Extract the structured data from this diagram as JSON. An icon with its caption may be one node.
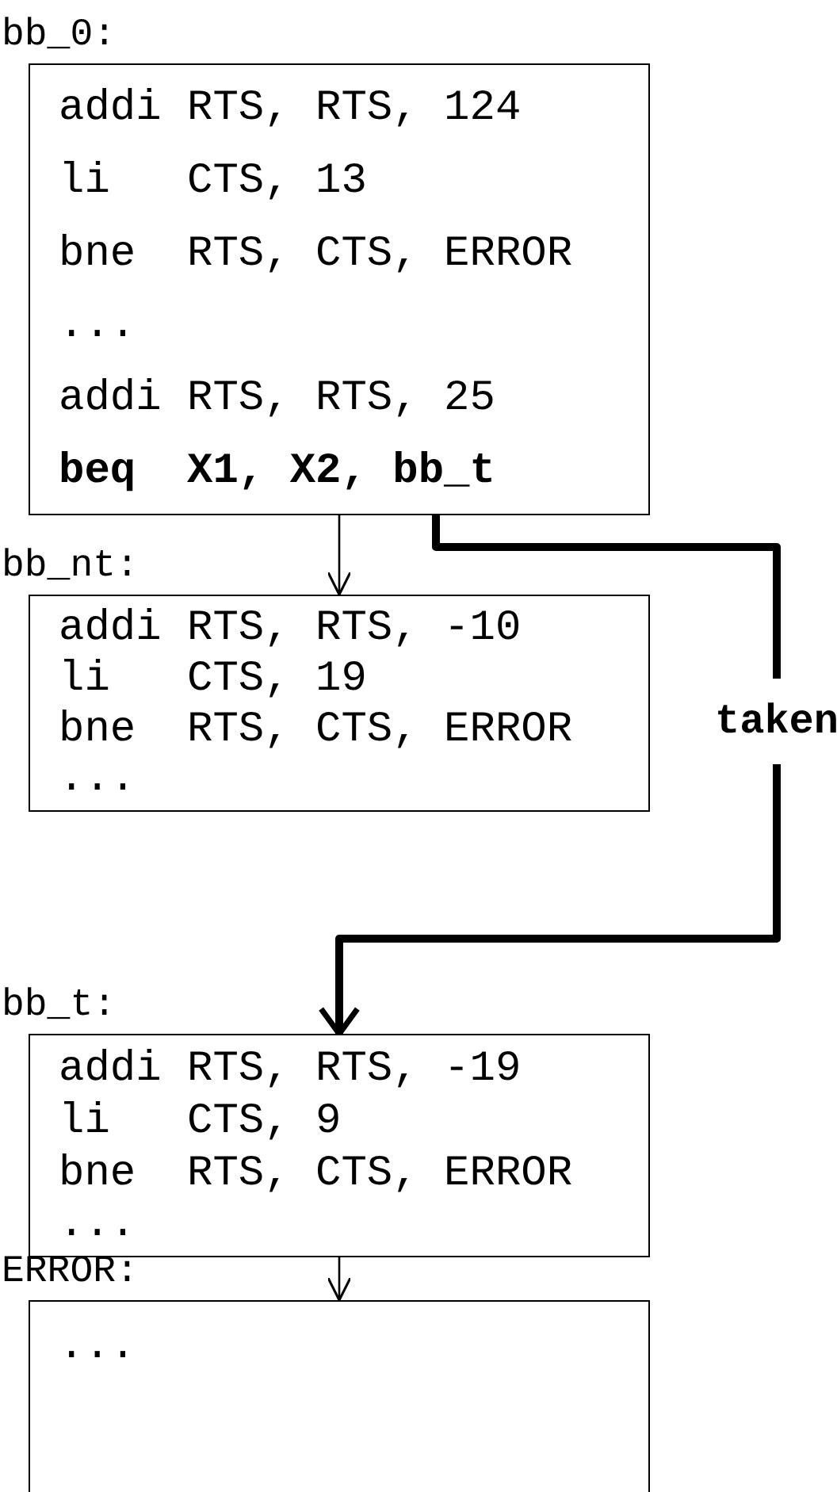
{
  "diagram": {
    "nodes": [
      {
        "text": [
          "bb_0:",
          "addi RTS, RTS, 124",
          "li   CTS, 13",
          "bne  RTS, CTS, ERROR",
          "...",
          "addi RTS, RTS, 25",
          "**beq  X1, X2, bb_t**"
        ]
      },
      {
        "text": [
          "bb_nt:",
          "addi RTS, RTS, -10",
          "li   CTS, 19",
          "bne  RTS, CTS, ERROR",
          "..."
        ]
      },
      {
        "text": [
          "bb_t:",
          "addi RTS, RTS, -19",
          "li   CTS, 9",
          "bne  RTS, CTS, ERROR",
          "..."
        ]
      },
      {
        "text": [
          "ERROR:",
          "..."
        ]
      }
    ],
    "edges": [
      {
        "from": 0,
        "to": 1,
        "arrow": "to"
      },
      {
        "from": 0,
        "to": 2,
        "arrow": "to",
        "label": "taken",
        "style": "thick"
      },
      {
        "from": 2,
        "to": 3,
        "arrow": "to"
      }
    ]
  }
}
